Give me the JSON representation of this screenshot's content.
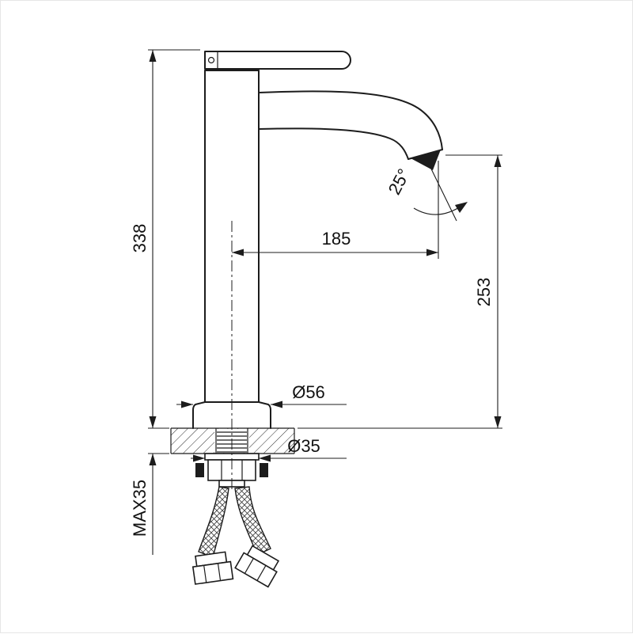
{
  "colors": {
    "line": "#1c1c1c",
    "background": "#ffffff"
  },
  "dimensions": {
    "overall_height": "338",
    "spout_reach": "185",
    "outlet_height": "253",
    "outlet_angle": "25°",
    "base_diameter": "Ø56",
    "mounting_hole": "Ø35",
    "max_deck_thickness": "MAX35"
  }
}
